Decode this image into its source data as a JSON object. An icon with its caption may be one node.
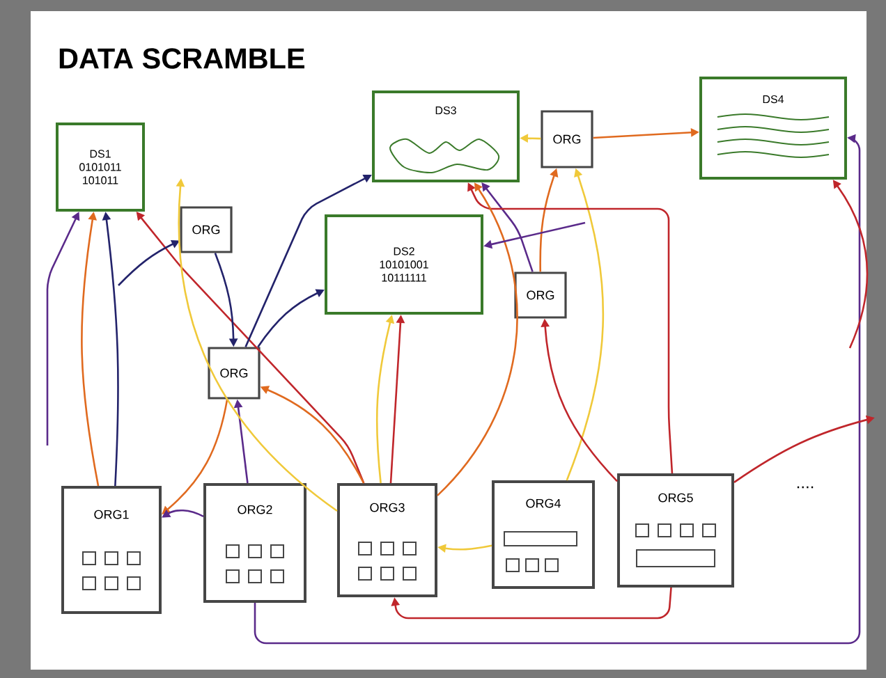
{
  "diagram": {
    "title": "DATA SCRAMBLE",
    "nodes": [
      {
        "text": [
          "DS1",
          "0101011",
          "101011"
        ]
      },
      {
        "text": [
          "DS3"
        ]
      },
      {
        "text": [
          "ORG"
        ]
      },
      {
        "text": [
          "DS4"
        ]
      },
      {
        "text": [
          "ORG"
        ]
      },
      {
        "text": [
          "DS2",
          "10101001",
          "10111111"
        ]
      },
      {
        "text": [
          "ORG"
        ]
      },
      {
        "text": [
          "ORG"
        ]
      },
      {
        "text": [
          "ORG1"
        ]
      },
      {
        "text": [
          "ORG2"
        ]
      },
      {
        "text": [
          "ORG3"
        ]
      },
      {
        "text": [
          "ORG4"
        ]
      },
      {
        "text": [
          "ORG5"
        ]
      }
    ],
    "edges": [
      {
        "from": 2,
        "to": 1,
        "arrow": "to",
        "color": "#f0c93a"
      },
      {
        "from": 2,
        "to": 3,
        "arrow": "to",
        "color": "#e06a1f"
      },
      {
        "from": 6,
        "to": 2,
        "arrow": "to",
        "color": "#e06a1f"
      },
      {
        "from": 11,
        "to": 2,
        "arrow": "to",
        "color": "#f0c93a"
      },
      {
        "from": 6,
        "to": 1,
        "arrow": "to",
        "color": "#5a2a8a"
      },
      {
        "from": 12,
        "to": 1,
        "arrow": "to",
        "color": "#c0262b"
      },
      {
        "from": 12,
        "to": 6,
        "arrow": "to",
        "color": "#c0262b"
      },
      {
        "from": 9,
        "to": 3,
        "arrow": "to",
        "color": "#5a2a8a"
      },
      {
        "from": 12,
        "to": null,
        "arrow": "to",
        "color": "#c0262b"
      },
      {
        "from": null,
        "to": 3,
        "arrow": "to",
        "color": "#c0262b"
      },
      {
        "from": 12,
        "to": 10,
        "arrow": "to",
        "color": "#c0262b"
      },
      {
        "from": 11,
        "to": 10,
        "arrow": "to",
        "color": "#f0c93a"
      },
      {
        "from": 8,
        "to": 0,
        "arrow": "to",
        "color": "#e06a1f"
      },
      {
        "from": 8,
        "to": 0,
        "arrow": "to",
        "color": "#23236b"
      },
      {
        "from": null,
        "to": 0,
        "arrow": "to",
        "color": "#5a2a8a"
      },
      {
        "from": 10,
        "to": 0,
        "arrow": "to",
        "color": "#c0262b"
      },
      {
        "from": null,
        "to": 4,
        "arrow": "to",
        "color": "#23236b"
      },
      {
        "from": 4,
        "to": 7,
        "arrow": "to",
        "color": "#23236b"
      },
      {
        "from": 7,
        "to": 1,
        "arrow": "to",
        "color": "#23236b"
      },
      {
        "from": 7,
        "to": 5,
        "arrow": "to",
        "color": "#23236b"
      },
      {
        "from": 7,
        "to": 8,
        "arrow": "to",
        "color": "#e06a1f"
      },
      {
        "from": 10,
        "to": 7,
        "arrow": "to",
        "color": "#e06a1f"
      },
      {
        "from": 9,
        "to": 7,
        "arrow": "to",
        "color": "#5a2a8a"
      },
      {
        "from": 10,
        "to": 1,
        "arrow": "to",
        "color": "#e06a1f"
      },
      {
        "from": 10,
        "to": 5,
        "arrow": "to",
        "color": "#f0c93a"
      },
      {
        "from": 10,
        "to": 5,
        "arrow": "to",
        "color": "#c0262b"
      },
      {
        "from": null,
        "to": 5,
        "arrow": "to",
        "color": "#5a2a8a"
      },
      {
        "from": 10,
        "to": null,
        "arrow": "to",
        "color": "#f0c93a"
      },
      {
        "from": 9,
        "to": 8,
        "arrow": "to",
        "color": "#5a2a8a"
      }
    ],
    "labels": [
      "...."
    ]
  }
}
